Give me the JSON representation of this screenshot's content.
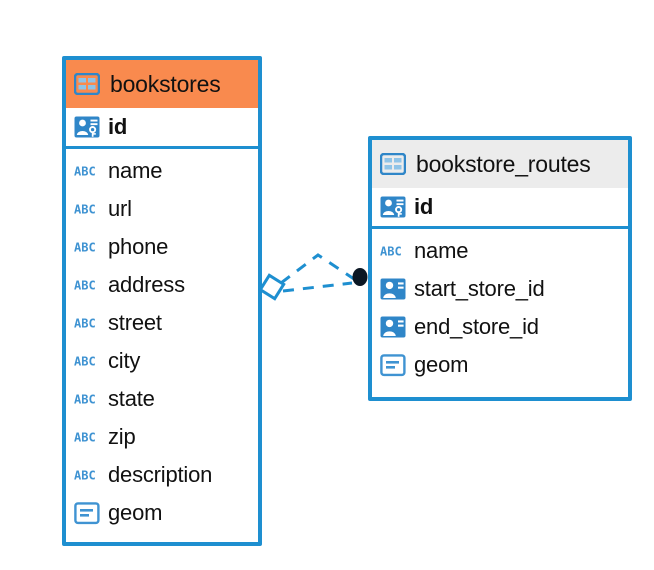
{
  "diagram": {
    "type": "entity-relationship-diagram",
    "background_color": "#ffffff",
    "accent_color": "#1e8fd0",
    "highlight_color": "#f98a4e",
    "neutral_header_color": "#ececec"
  },
  "entities": [
    {
      "name": "bookstores",
      "header_style": "accent",
      "icon": "table-icon",
      "primary_key": {
        "label": "id",
        "icon": "primary-key-icon"
      },
      "fields": [
        {
          "label": "name",
          "icon": "abc-icon"
        },
        {
          "label": "url",
          "icon": "abc-icon"
        },
        {
          "label": "phone",
          "icon": "abc-icon"
        },
        {
          "label": "address",
          "icon": "abc-icon"
        },
        {
          "label": "street",
          "icon": "abc-icon"
        },
        {
          "label": "city",
          "icon": "abc-icon"
        },
        {
          "label": "state",
          "icon": "abc-icon"
        },
        {
          "label": "zip",
          "icon": "abc-icon"
        },
        {
          "label": "description",
          "icon": "abc-icon"
        },
        {
          "label": "geom",
          "icon": "geometry-icon"
        }
      ]
    },
    {
      "name": "bookstore_routes",
      "header_style": "neutral",
      "icon": "table-icon",
      "primary_key": {
        "label": "id",
        "icon": "primary-key-icon"
      },
      "fields": [
        {
          "label": "name",
          "icon": "abc-icon"
        },
        {
          "label": "start_store_id",
          "icon": "foreign-key-icon"
        },
        {
          "label": "end_store_id",
          "icon": "foreign-key-icon"
        },
        {
          "label": "geom",
          "icon": "geometry-icon"
        }
      ]
    }
  ],
  "relationship": {
    "from_entity": "bookstores",
    "to_entity": "bookstore_routes",
    "line_style": "dashed",
    "line_color": "#1e8fd0",
    "source_marker": "diamond-marker",
    "target_marker": "filled-circle-marker",
    "target_marker_color": "#0b1724"
  }
}
